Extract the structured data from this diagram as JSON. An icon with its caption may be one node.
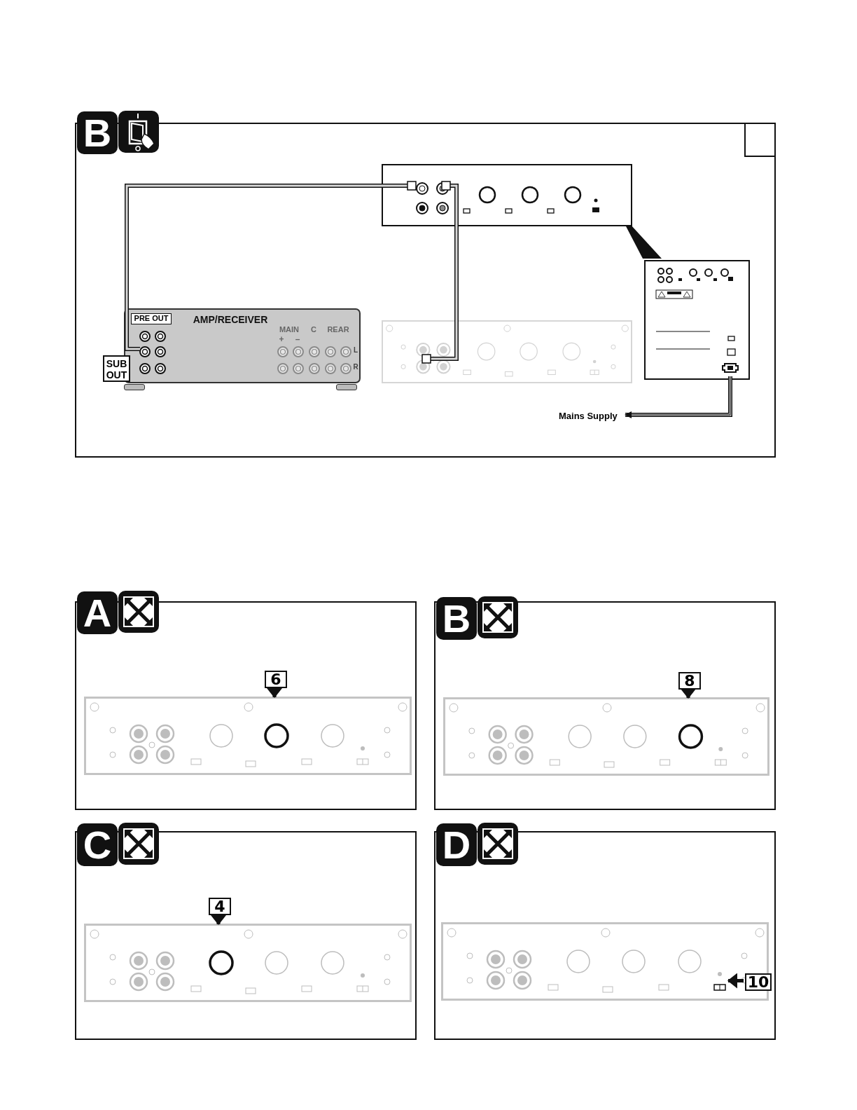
{
  "diagram": {
    "nodes": [
      {
        "text": [
          "B"
        ]
      },
      {
        "text": [],
        "shape": "box",
        "in": 0
      },
      {
        "text": [
          "PRE OUT",
          "AMP/RECEIVER",
          "MAIN",
          "C",
          "REAR",
          "+",
          "–",
          "L",
          "R"
        ],
        "in": 0
      },
      {
        "text": [
          "SUB OUT"
        ],
        "in": 0
      },
      {
        "text": [],
        "shape": "box",
        "in": 0
      },
      {
        "text": [],
        "shape": "box",
        "in": 0
      },
      {
        "text": [
          "Mains Supply"
        ],
        "in": 0
      },
      {
        "text": [
          "A"
        ]
      },
      {
        "text": [
          "B"
        ]
      },
      {
        "text": [
          "C"
        ]
      },
      {
        "text": [
          "D"
        ]
      },
      {
        "text": [],
        "shape": "box",
        "in": 7
      },
      {
        "text": [],
        "shape": "box",
        "in": 8
      },
      {
        "text": [],
        "shape": "box",
        "in": 9
      },
      {
        "text": [],
        "shape": "box",
        "in": 10
      },
      {
        "text": [
          "6"
        ],
        "in": 7
      },
      {
        "text": [
          "8"
        ],
        "in": 8
      },
      {
        "text": [
          "4"
        ],
        "in": 9
      },
      {
        "text": [
          "10"
        ],
        "in": 10
      }
    ],
    "edges": [
      {
        "from": 2,
        "to": 1,
        "arrow": "other"
      },
      {
        "from": 1,
        "to": 4,
        "arrow": "other"
      },
      {
        "from": 5,
        "to": 6,
        "arrow": "to"
      },
      {
        "from": 15,
        "to": 11,
        "arrow": "to"
      },
      {
        "from": 16,
        "to": 12,
        "arrow": "to"
      },
      {
        "from": 17,
        "to": 13,
        "arrow": "to"
      },
      {
        "from": 18,
        "to": 14,
        "arrow": "to"
      },
      {
        "from": 1,
        "to": 5,
        "arrow": "none",
        "style": "thick"
      }
    ]
  }
}
